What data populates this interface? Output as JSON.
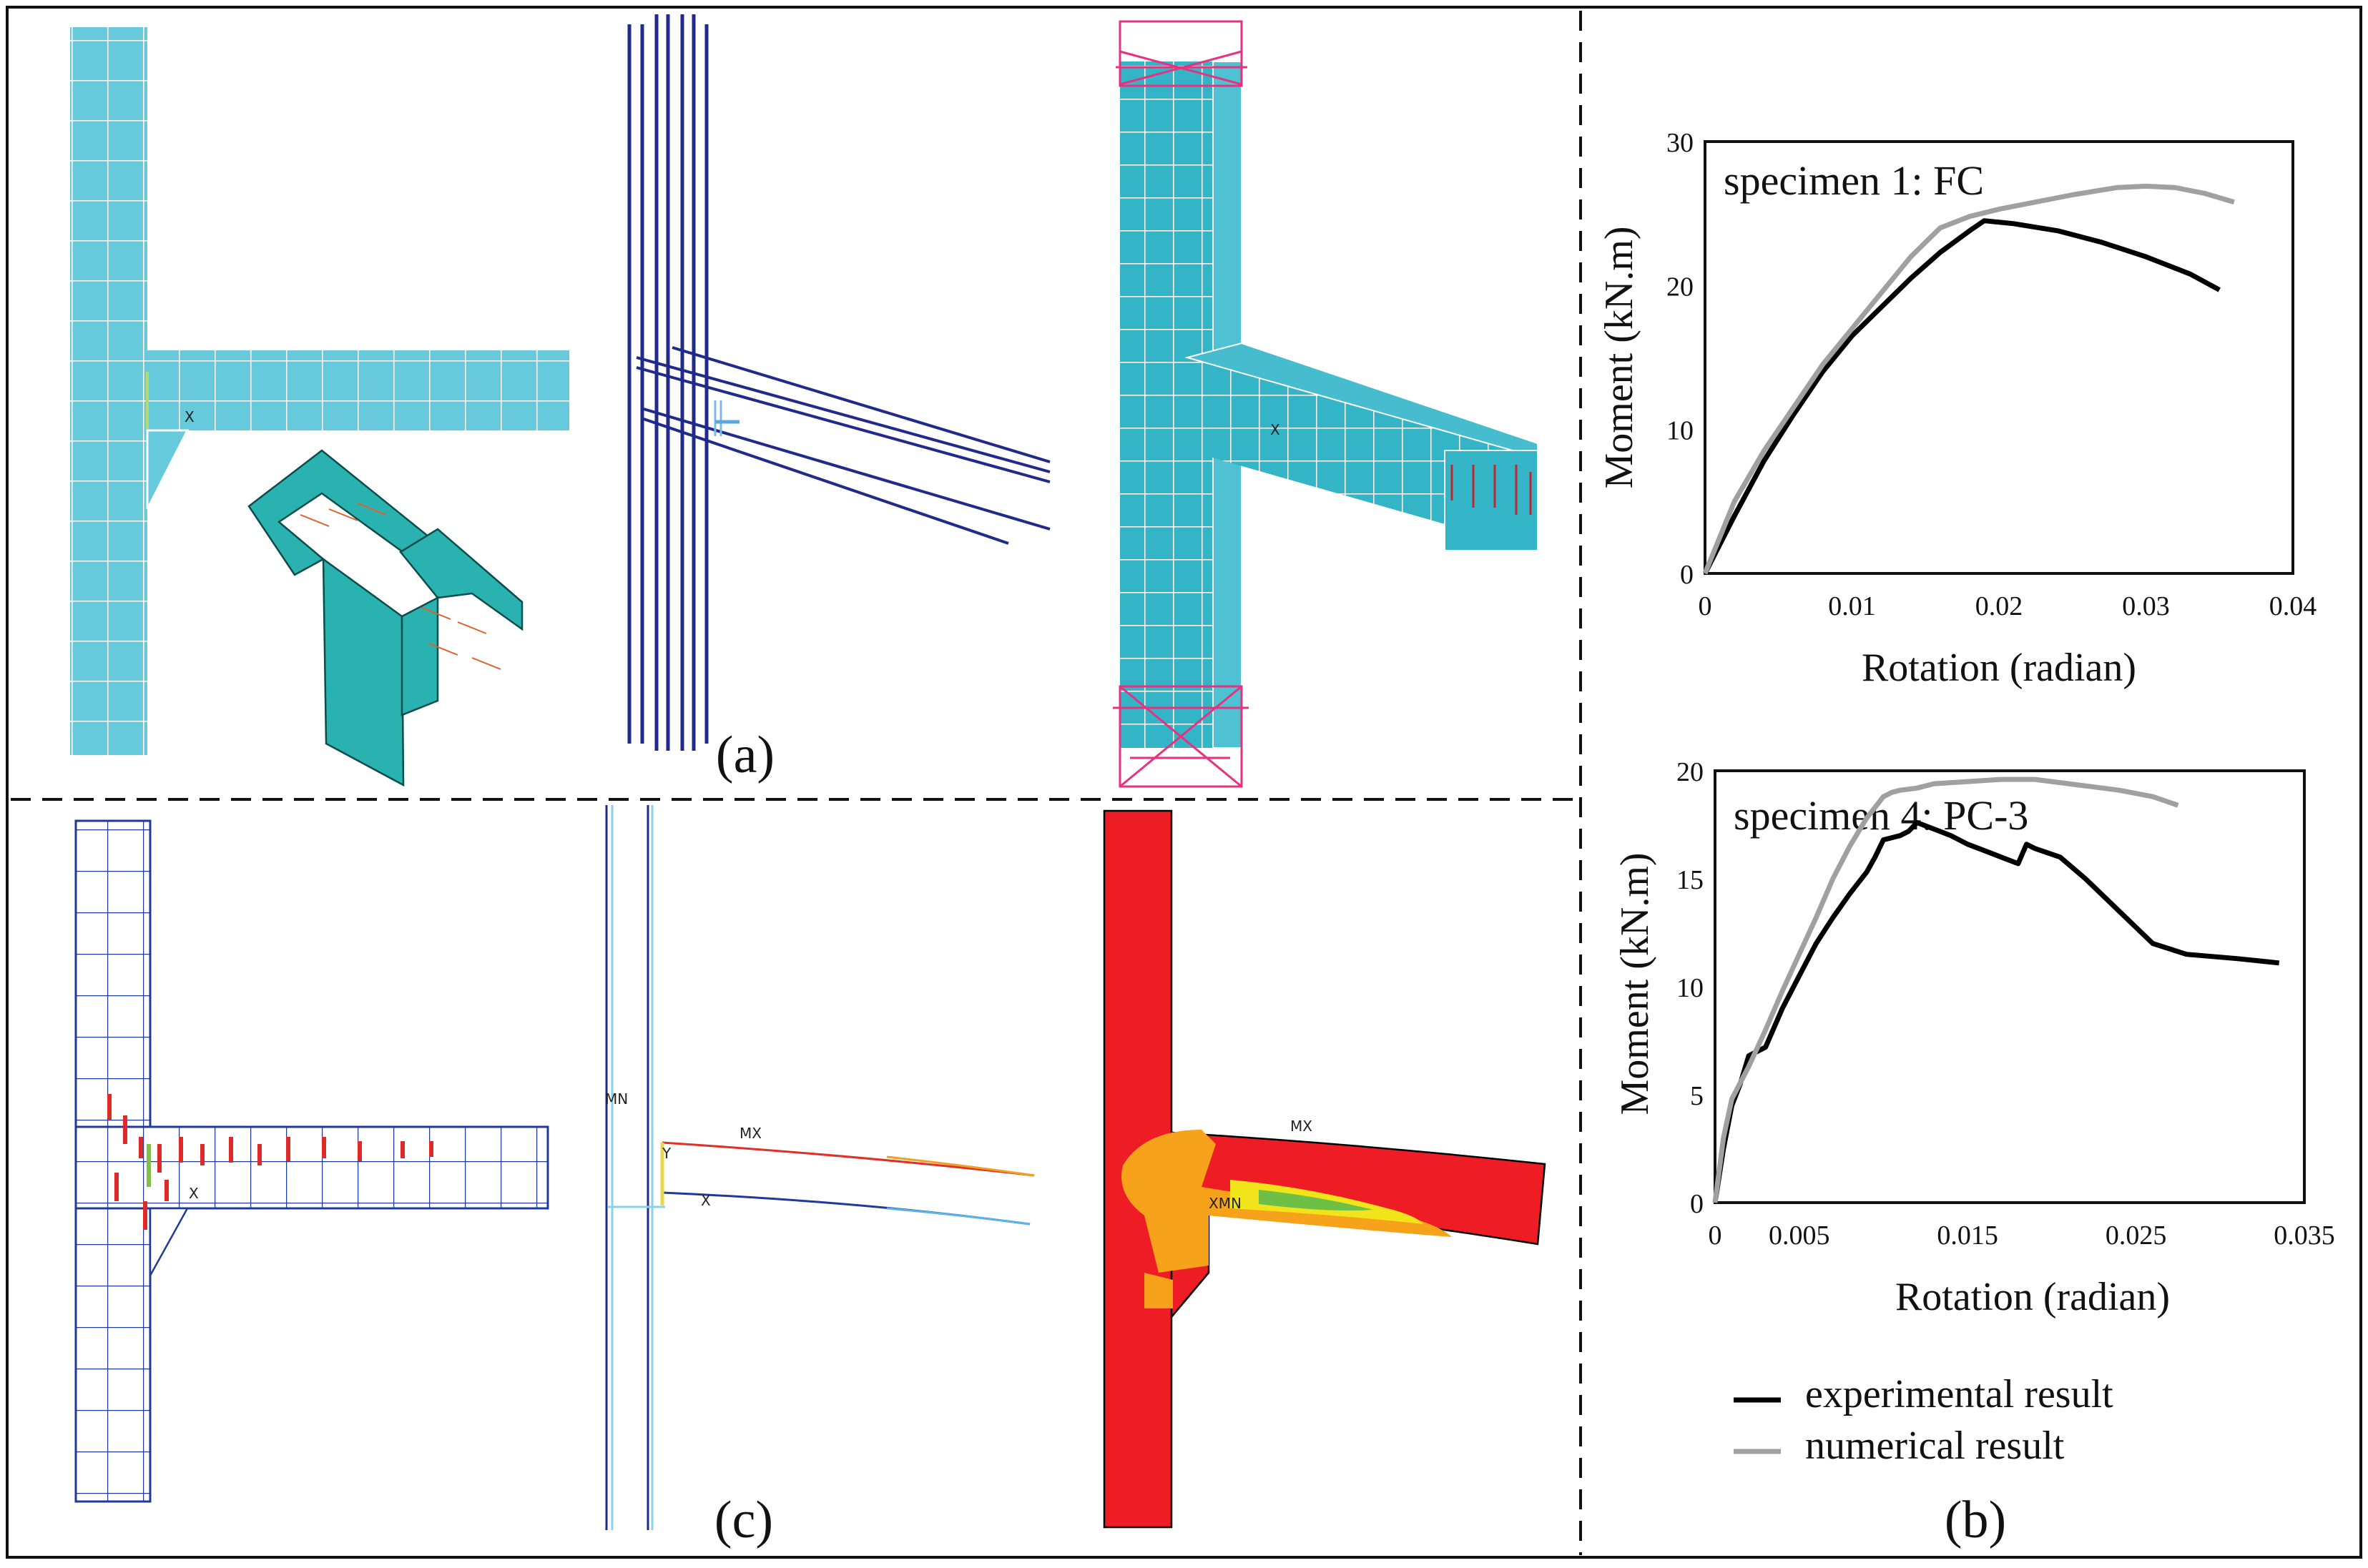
{
  "panels": {
    "a": {
      "label": "(a)"
    },
    "b": {
      "label": "(b)"
    },
    "c": {
      "label": "(c)"
    }
  },
  "fea_annotations": {
    "x_axis": "X",
    "y_axis": "Y",
    "mx": "MX",
    "mn": "MN",
    "xmn": "XMN"
  },
  "colors": {
    "mesh_fill": "#66c9dc",
    "mesh_line": "#ffffff",
    "rebar": "#1f2a8a",
    "constraint_markers": "#e8317f",
    "contour_red": "#ee1c24",
    "contour_orange": "#f7a21b",
    "contour_yellow": "#f2e41a",
    "contour_green": "#6dbf45",
    "experimental": "#000000",
    "numerical": "#a0a0a0"
  },
  "legend": {
    "experimental": "experimental result",
    "numerical": "numerical result"
  },
  "chart_data": [
    {
      "type": "line",
      "title": "specimen 1: FC",
      "xlabel": "Rotation (radian)",
      "ylabel": "Moment (kN.m)",
      "xlim": [
        0,
        0.04
      ],
      "ylim": [
        0,
        30
      ],
      "xticks": [
        0,
        0.01,
        0.02,
        0.03,
        0.04
      ],
      "xtick_labels": [
        "0",
        "0.01",
        "0.02",
        "0.03",
        "0.04"
      ],
      "yticks": [
        0,
        10,
        20,
        30
      ],
      "ytick_labels": [
        "0",
        "10",
        "20",
        "30"
      ],
      "series": [
        {
          "key": "experimental",
          "x": [
            0,
            0.002,
            0.004,
            0.006,
            0.008,
            0.01,
            0.012,
            0.014,
            0.016,
            0.018,
            0.019,
            0.021,
            0.024,
            0.027,
            0.03,
            0.033,
            0.035
          ],
          "y": [
            0,
            4,
            7.8,
            11,
            14,
            16.5,
            18.5,
            20.5,
            22.3,
            23.8,
            24.5,
            24.3,
            23.8,
            23,
            22,
            20.8,
            19.7
          ]
        },
        {
          "key": "numerical",
          "x": [
            0,
            0.002,
            0.004,
            0.006,
            0.008,
            0.01,
            0.012,
            0.014,
            0.016,
            0.018,
            0.02,
            0.022,
            0.025,
            0.028,
            0.03,
            0.032,
            0.034,
            0.036
          ],
          "y": [
            0,
            5,
            8.5,
            11.5,
            14.5,
            17,
            19.5,
            22,
            24,
            24.8,
            25.3,
            25.7,
            26.3,
            26.8,
            26.9,
            26.8,
            26.4,
            25.8
          ]
        }
      ]
    },
    {
      "type": "line",
      "title": "specimen 4: PC-3",
      "xlabel": "Rotation (radian)",
      "ylabel": "Moment (kN.m)",
      "xlim": [
        0,
        0.035
      ],
      "ylim": [
        0,
        20
      ],
      "xticks": [
        0,
        0.005,
        0.015,
        0.025,
        0.035
      ],
      "xtick_labels": [
        "0",
        "0.005",
        "0.015",
        "0.025",
        "0.035"
      ],
      "yticks": [
        0,
        5,
        10,
        15,
        20
      ],
      "ytick_labels": [
        "0",
        "5",
        "10",
        "15",
        "20"
      ],
      "series": [
        {
          "key": "experimental",
          "x": [
            0,
            0.0005,
            0.001,
            0.0015,
            0.002,
            0.0025,
            0.003,
            0.004,
            0.005,
            0.006,
            0.007,
            0.008,
            0.009,
            0.0095,
            0.01,
            0.011,
            0.0115,
            0.012,
            0.013,
            0.014,
            0.015,
            0.016,
            0.017,
            0.018,
            0.0185,
            0.019,
            0.0205,
            0.022,
            0.024,
            0.026,
            0.028,
            0.031,
            0.0335
          ],
          "y": [
            0,
            2.5,
            4.5,
            5.5,
            6.8,
            7,
            7.2,
            9,
            10.5,
            12,
            13.2,
            14.3,
            15.3,
            16,
            16.8,
            17,
            17.2,
            17.6,
            17.3,
            17,
            16.6,
            16.3,
            16,
            15.7,
            16.6,
            16.4,
            16,
            15,
            13.5,
            12,
            11.5,
            11.3,
            11.1
          ]
        },
        {
          "key": "numerical",
          "x": [
            0,
            0.0005,
            0.001,
            0.002,
            0.003,
            0.004,
            0.005,
            0.006,
            0.007,
            0.008,
            0.009,
            0.01,
            0.0105,
            0.011,
            0.012,
            0.013,
            0.015,
            0.017,
            0.019,
            0.02,
            0.022,
            0.024,
            0.026,
            0.0275
          ],
          "y": [
            0,
            3,
            4.8,
            6.3,
            8,
            9.8,
            11.5,
            13.2,
            15,
            16.5,
            17.8,
            18.8,
            19,
            19.1,
            19.2,
            19.4,
            19.5,
            19.6,
            19.6,
            19.5,
            19.3,
            19.1,
            18.8,
            18.4
          ]
        }
      ]
    }
  ]
}
